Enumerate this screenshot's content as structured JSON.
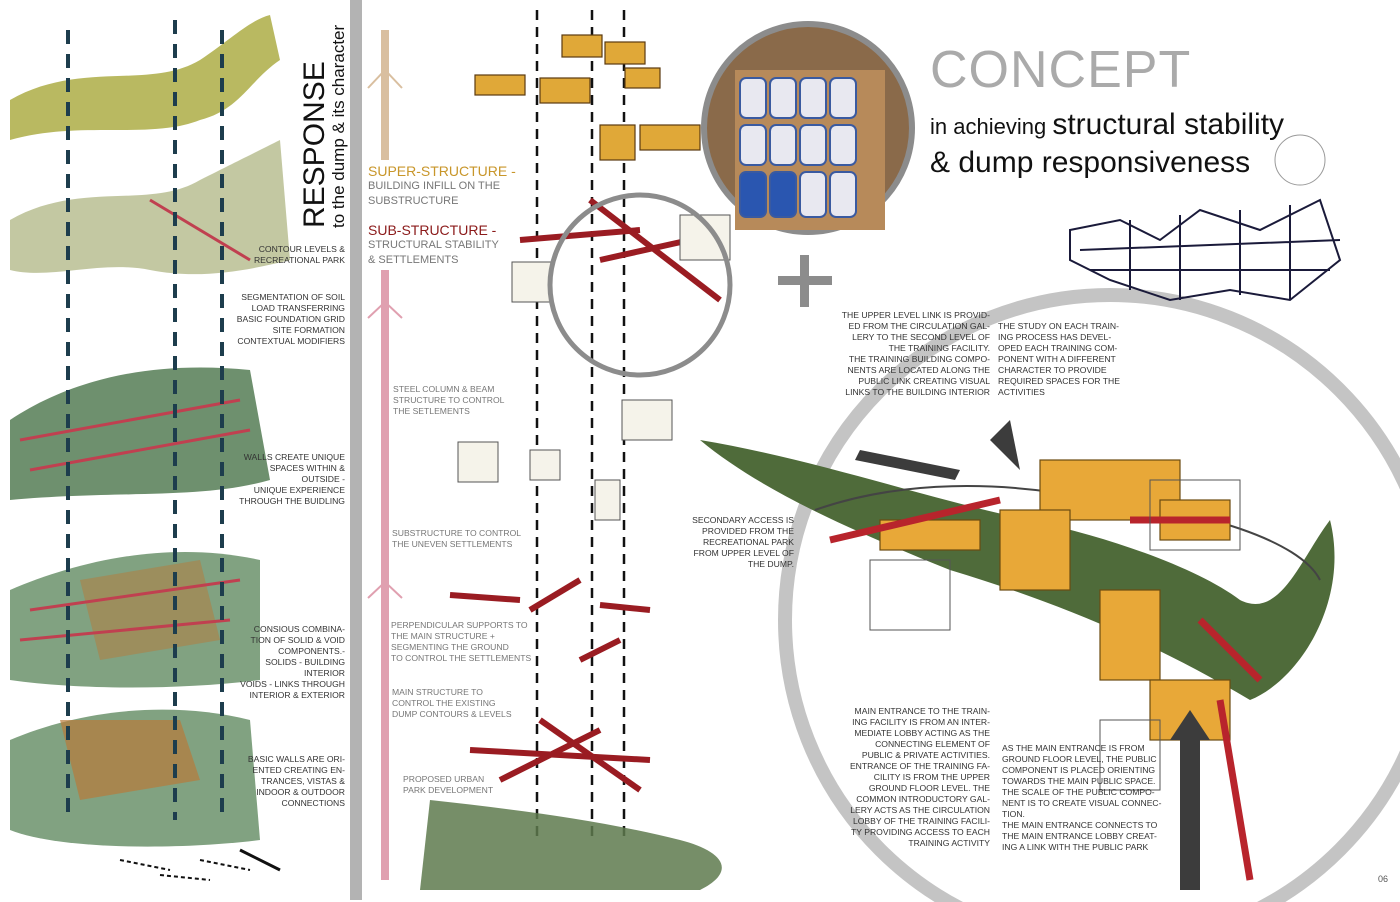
{
  "header": {
    "title": "CONCEPT",
    "subtitle_prefix": "in achieving",
    "subtitle_emphasis": "structural stability",
    "subtitle_line2": "& dump responsiveness"
  },
  "side_title": {
    "main": "RESPONSE",
    "sub": "to the dump & its character"
  },
  "left_notes": [
    "CONTOUR LEVELS &\nRECREATIONAL PARK",
    "SEGMENTATION OF SOIL\nLOAD TRANSFERRING\nBASIC FOUNDATION GRID\nSITE FORMATION\nCONTEXTUAL MODIFIERS",
    "WALLS CREATE UNIQUE\nSPACES WITHIN &\nOUTSIDE -\nUNIQUE EXPERIENCE\nTHROUGH THE BUIDLING",
    "CONSIOUS COMBINA-\nTION OF SOLID & VOID\nCOMPONENTS.-\nSOLIDS - BUILDING\nINTERIOR\nVOIDS - LINKS THROUGH\nINTERIOR & EXTERIOR",
    "BASIC WALLS ARE ORI-\nENTED CREATING EN-\nTRANCES, VISTAS &\nINDOOR & OUTDOOR\nCONNECTIONS"
  ],
  "structure_labels": {
    "super_heading": "SUPER-STRUCTURE -",
    "super_text": "BUILDING INFILL ON THE\nSUBSTRUCTURE",
    "sub_heading": "SUB-STRUCTURE -",
    "sub_text": "STRUCTURAL STABILITY\n& SETTLEMENTS"
  },
  "process_notes": [
    "STEEL COLUMN & BEAM\nSTRUCTURE TO CONTROL\nTHE SETLEMENTS",
    "SUBSTRUCTURE TO CONTROL\nTHE UNEVEN SETTLEMENTS",
    "PERPENDICULAR SUPPORTS TO\nTHE MAIN STRUCTURE +\nSEGMENTING THE GROUND\nTO CONTROL THE SETTLEMENTS",
    "MAIN STRUCTURE TO\nCONTROL THE EXISTING\nDUMP CONTOURS & LEVELS",
    "PROPOSED URBAN\nPARK DEVELOPMENT"
  ],
  "right_notes": {
    "upper_link": "THE UPPER LEVEL LINK IS PROVID-\nED FROM THE CIRCULATION GAL-\nLERY TO THE SECOND LEVEL OF\nTHE TRAINING FACILITY.\nTHE TRAINING BUILDING COMPO-\nNENTS ARE LOCATED ALONG THE\nPUBLIC LINK CREATING VISUAL\nLINKS TO THE BUILDING INTERIOR",
    "study": "THE STUDY ON EACH TRAIN-\nING PROCESS HAS DEVEL-\nOPED EACH TRAINING COM-\nPONENT WITH A DIFFERENT\nCHARACTER TO PROVIDE\nREQUIRED SPACES FOR THE\nACTIVITIES",
    "secondary_access": "SECONDARY ACCESS IS\nPROVIDED FROM THE\nRECREATIONAL PARK\nFROM UPPER LEVEL OF\nTHE DUMP.",
    "main_entrance": "MAIN ENTRANCE TO THE TRAIN-\nING FACILITY IS FROM AN INTER-\nMEDIATE LOBBY ACTING AS THE\nCONNECTING ELEMENT OF\nPUBLIC & PRIVATE ACTIVITIES.\nENTRANCE OF THE TRAINING FA-\nCILITY IS FROM THE UPPER\nGROUND FLOOR LEVEL. THE\nCOMMON INTRODUCTORY GAL-\nLERY ACTS AS THE CIRCULATION\nLOBBY OF THE TRAINING FACILI-\nTY PROVIDING ACCESS TO EACH\nTRAINING ACTIVITY",
    "public_component": "AS THE MAIN ENTRANCE IS FROM\nGROUND FLOOR LEVEL, THE PUBLIC\nCOMPONENT IS PLACED ORIENTING\nTOWARDS THE MAIN PUBLIC SPACE.\nTHE SCALE OF THE PUBLIC COMPO-\nNENT IS TO CREATE VISUAL CONNEC-\nTION.\nTHE MAIN ENTRANCE CONNECTS TO\nTHE MAIN ENTRANCE LOBBY CREAT-\nING A LINK WITH THE PUBLIC PARK"
  },
  "page_number": "06",
  "colors": {
    "super": "#c8962a",
    "sub": "#8b1a1a",
    "pink": "#e0a0b0",
    "green": "#4f6b3a",
    "orange": "#e8a838",
    "red": "#b8242c",
    "grey": "#b0b0b0"
  }
}
